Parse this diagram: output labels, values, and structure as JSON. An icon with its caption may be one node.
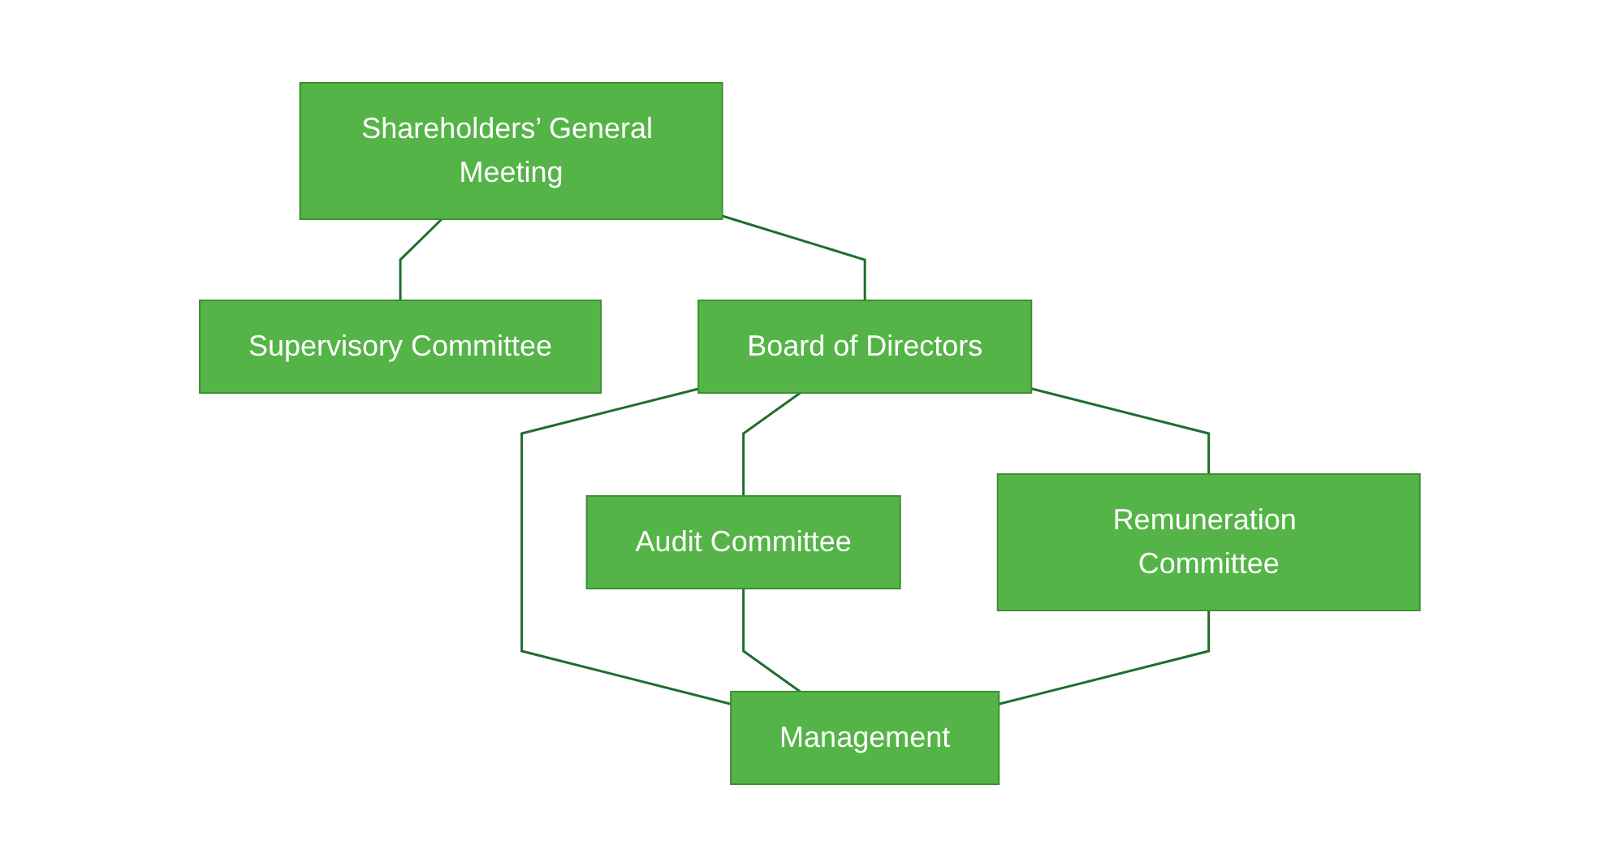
{
  "diagram": {
    "nodes": [
      {
        "text": [
          "Shareholders’ General Meeting"
        ]
      },
      {
        "text": [
          "Supervisory Committee"
        ]
      },
      {
        "text": [
          "Board of Directors"
        ]
      },
      {
        "text": [
          "Audit Committee"
        ]
      },
      {
        "text": [
          "Remuneration Committee"
        ]
      },
      {
        "text": [
          "Management"
        ]
      }
    ],
    "edges": [
      {
        "from": 0,
        "to": 1,
        "arrow": "none"
      },
      {
        "from": 0,
        "to": 2,
        "arrow": "none"
      },
      {
        "from": 2,
        "to": 3,
        "arrow": "none"
      },
      {
        "from": 2,
        "to": 4,
        "arrow": "none"
      },
      {
        "from": 2,
        "to": 5,
        "arrow": "none"
      },
      {
        "from": 3,
        "to": 5,
        "arrow": "none"
      },
      {
        "from": 4,
        "to": 5,
        "arrow": "none"
      }
    ]
  }
}
